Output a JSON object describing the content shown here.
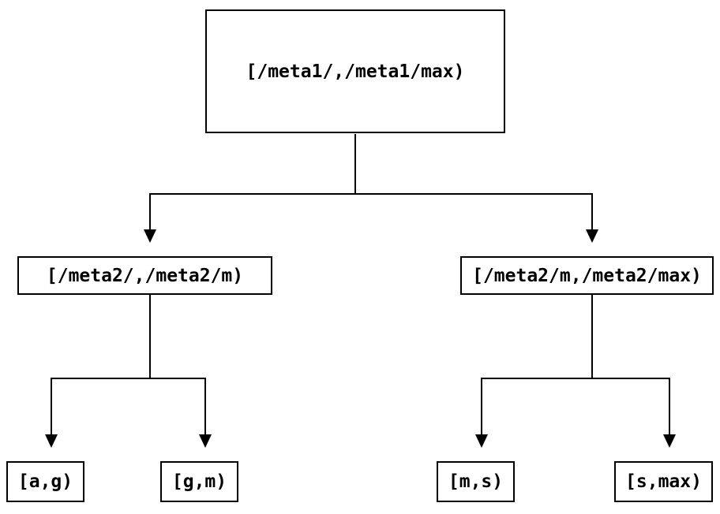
{
  "diagram": {
    "type": "tree",
    "description": "Key-range partition tree",
    "nodes": [
      {
        "id": "root",
        "label": "[/meta1/,/meta1/max)"
      },
      {
        "id": "left-mid",
        "label": "[/meta2/,/meta2/m)"
      },
      {
        "id": "right-mid",
        "label": "[/meta2/m,/meta2/max)"
      },
      {
        "id": "leaf-1",
        "label": "[a,g)"
      },
      {
        "id": "leaf-2",
        "label": "[g,m)"
      },
      {
        "id": "leaf-3",
        "label": "[m,s)"
      },
      {
        "id": "leaf-4",
        "label": "[s,max)"
      }
    ],
    "edges": [
      {
        "from": "root",
        "to": "left-mid"
      },
      {
        "from": "root",
        "to": "right-mid"
      },
      {
        "from": "left-mid",
        "to": "leaf-1"
      },
      {
        "from": "left-mid",
        "to": "leaf-2"
      },
      {
        "from": "right-mid",
        "to": "leaf-3"
      },
      {
        "from": "right-mid",
        "to": "leaf-4"
      }
    ],
    "colors": {
      "background": "#ffffff",
      "line": "#000000",
      "box_border": "#000000",
      "text": "#000000"
    }
  }
}
